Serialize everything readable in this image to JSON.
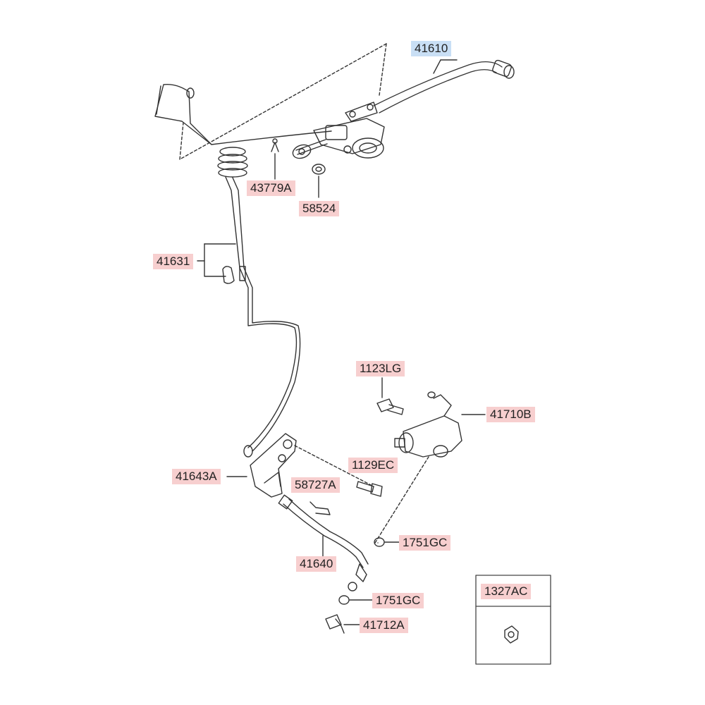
{
  "parts": {
    "p41610": {
      "code": "41610",
      "selected": true
    },
    "p43779A": {
      "code": "43779A"
    },
    "p58524": {
      "code": "58524"
    },
    "p41631": {
      "code": "41631"
    },
    "p1123LG": {
      "code": "1123LG"
    },
    "p41710B": {
      "code": "41710B"
    },
    "p1129EC": {
      "code": "1129EC"
    },
    "p41643A": {
      "code": "41643A"
    },
    "p58727A": {
      "code": "58727A"
    },
    "p1751GC_a": {
      "code": "1751GC"
    },
    "p41640": {
      "code": "41640"
    },
    "p1751GC_b": {
      "code": "1751GC"
    },
    "p41712A": {
      "code": "41712A"
    },
    "p1327AC": {
      "code": "1327AC"
    }
  },
  "colors": {
    "label_bg": "#f7cfcf",
    "label_selected_bg": "#c9dff5",
    "line": "#333333"
  }
}
